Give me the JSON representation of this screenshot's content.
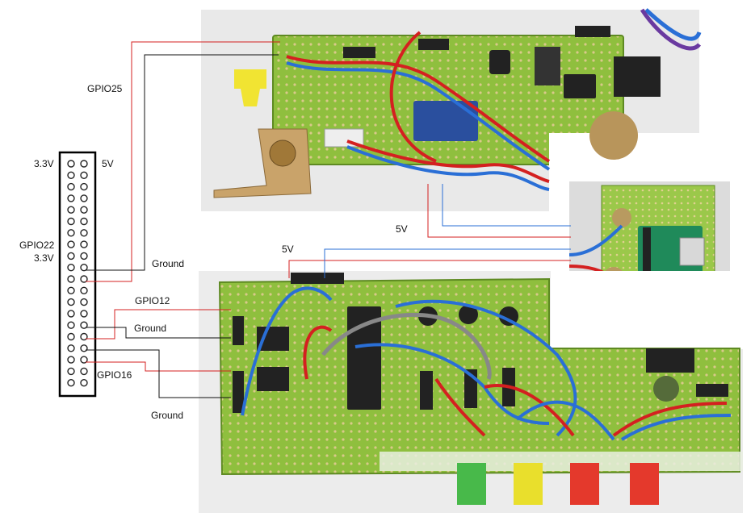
{
  "header": {
    "pin_label_3v3_top": "3.3V",
    "pin_label_5v_top": "5V",
    "pin_label_gpio22": "GPIO22",
    "pin_label_3v3_mid": "3.3V"
  },
  "connections": {
    "gpio25": "GPIO25",
    "ground_1": "Ground",
    "gpio12": "GPIO12",
    "ground_2": "Ground",
    "gpio16": "GPIO16",
    "ground_3": "Ground",
    "power_5v_upper": "5V",
    "power_5v_lower": "5V"
  },
  "colors": {
    "wire_red": "#d42020",
    "wire_black": "#111111",
    "wire_blue": "#2a6fd6",
    "pcb_green": "#8fbf3e",
    "pcb_green_dark": "#6f9e2a",
    "pcb_hole": "#d9c98a",
    "header_outline": "#000000"
  }
}
